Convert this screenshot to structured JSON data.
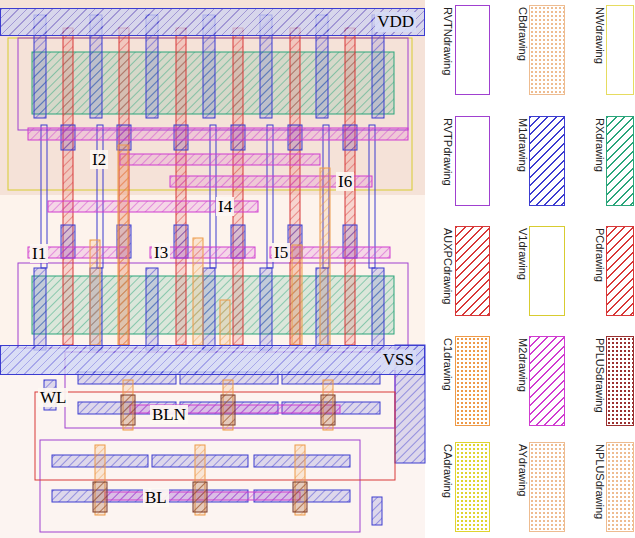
{
  "diagram": {
    "nodes": [
      {
        "text": [
          "VDD"
        ]
      },
      {
        "text": [
          "VSS"
        ]
      }
    ],
    "labels": [
      "I2",
      "I6",
      "I4",
      "I1",
      "I3",
      "I5",
      "WL",
      "BLN",
      "BL"
    ],
    "legend": [
      {
        "text": "RVTNdrawing",
        "color": "#a040d0"
      },
      {
        "text": "RVTPdrawing",
        "color": "#a040d0"
      },
      {
        "text": "AUXPCdrawing",
        "color": "#d83838"
      },
      {
        "text": "C1drawing",
        "color": "#ee9a48"
      },
      {
        "text": "CAdrawing",
        "color": "#e0d430"
      },
      {
        "text": "CBdrawing",
        "color": "#eebc90"
      },
      {
        "text": "M1drawing",
        "color": "#3c3cd0"
      },
      {
        "text": "V1drawing",
        "color": "#d8cc30"
      },
      {
        "text": "M2drawing",
        "color": "#d03cd0"
      },
      {
        "text": "AYdrawing",
        "color": "#eebc90"
      },
      {
        "text": "NWdrawing",
        "color": "#e6dc60"
      },
      {
        "text": "RXdrawing",
        "color": "#2aa57a"
      },
      {
        "text": "PCdrawing",
        "color": "#d83838"
      },
      {
        "text": "PPLUSdrawing",
        "color": "#9a3030"
      },
      {
        "text": "NPLUSdrawing",
        "color": "#eebc90"
      }
    ]
  }
}
